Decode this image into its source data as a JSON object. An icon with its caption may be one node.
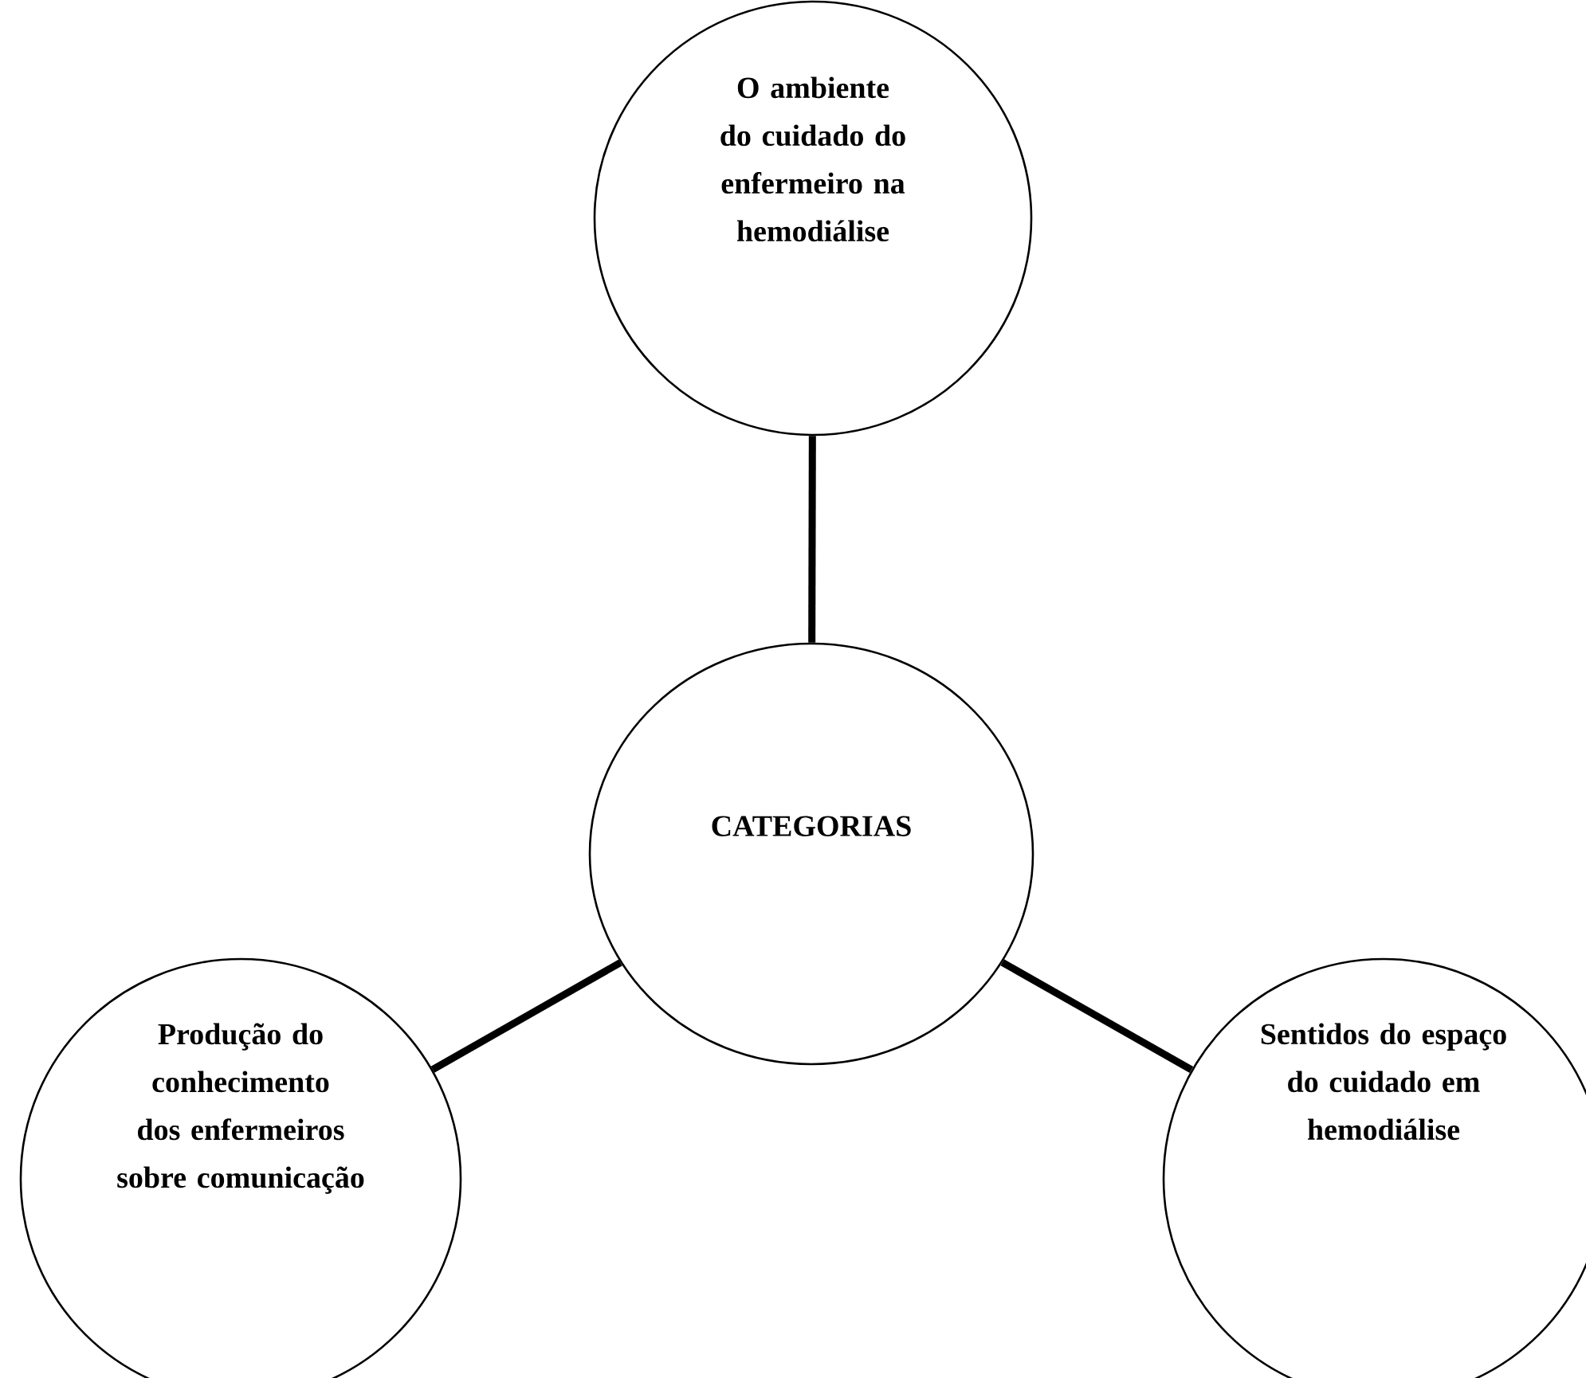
{
  "diagram": {
    "nodes": [
      {
        "text": [
          "O ambiente do cuidado do enfermeiro na hemodiálise"
        ]
      },
      {
        "text": [
          "CATEGORIAS"
        ]
      },
      {
        "text": [
          "Produção do conhecimento dos enfermeiros sobre comunicação"
        ]
      },
      {
        "text": [
          "Sentidos do espaço do cuidado em hemodiálise"
        ]
      }
    ],
    "edges": [
      {
        "from": 0,
        "to": 1,
        "arrow": "none"
      },
      {
        "from": 1,
        "to": 2,
        "arrow": "none"
      },
      {
        "from": 1,
        "to": 3,
        "arrow": "none"
      }
    ]
  }
}
